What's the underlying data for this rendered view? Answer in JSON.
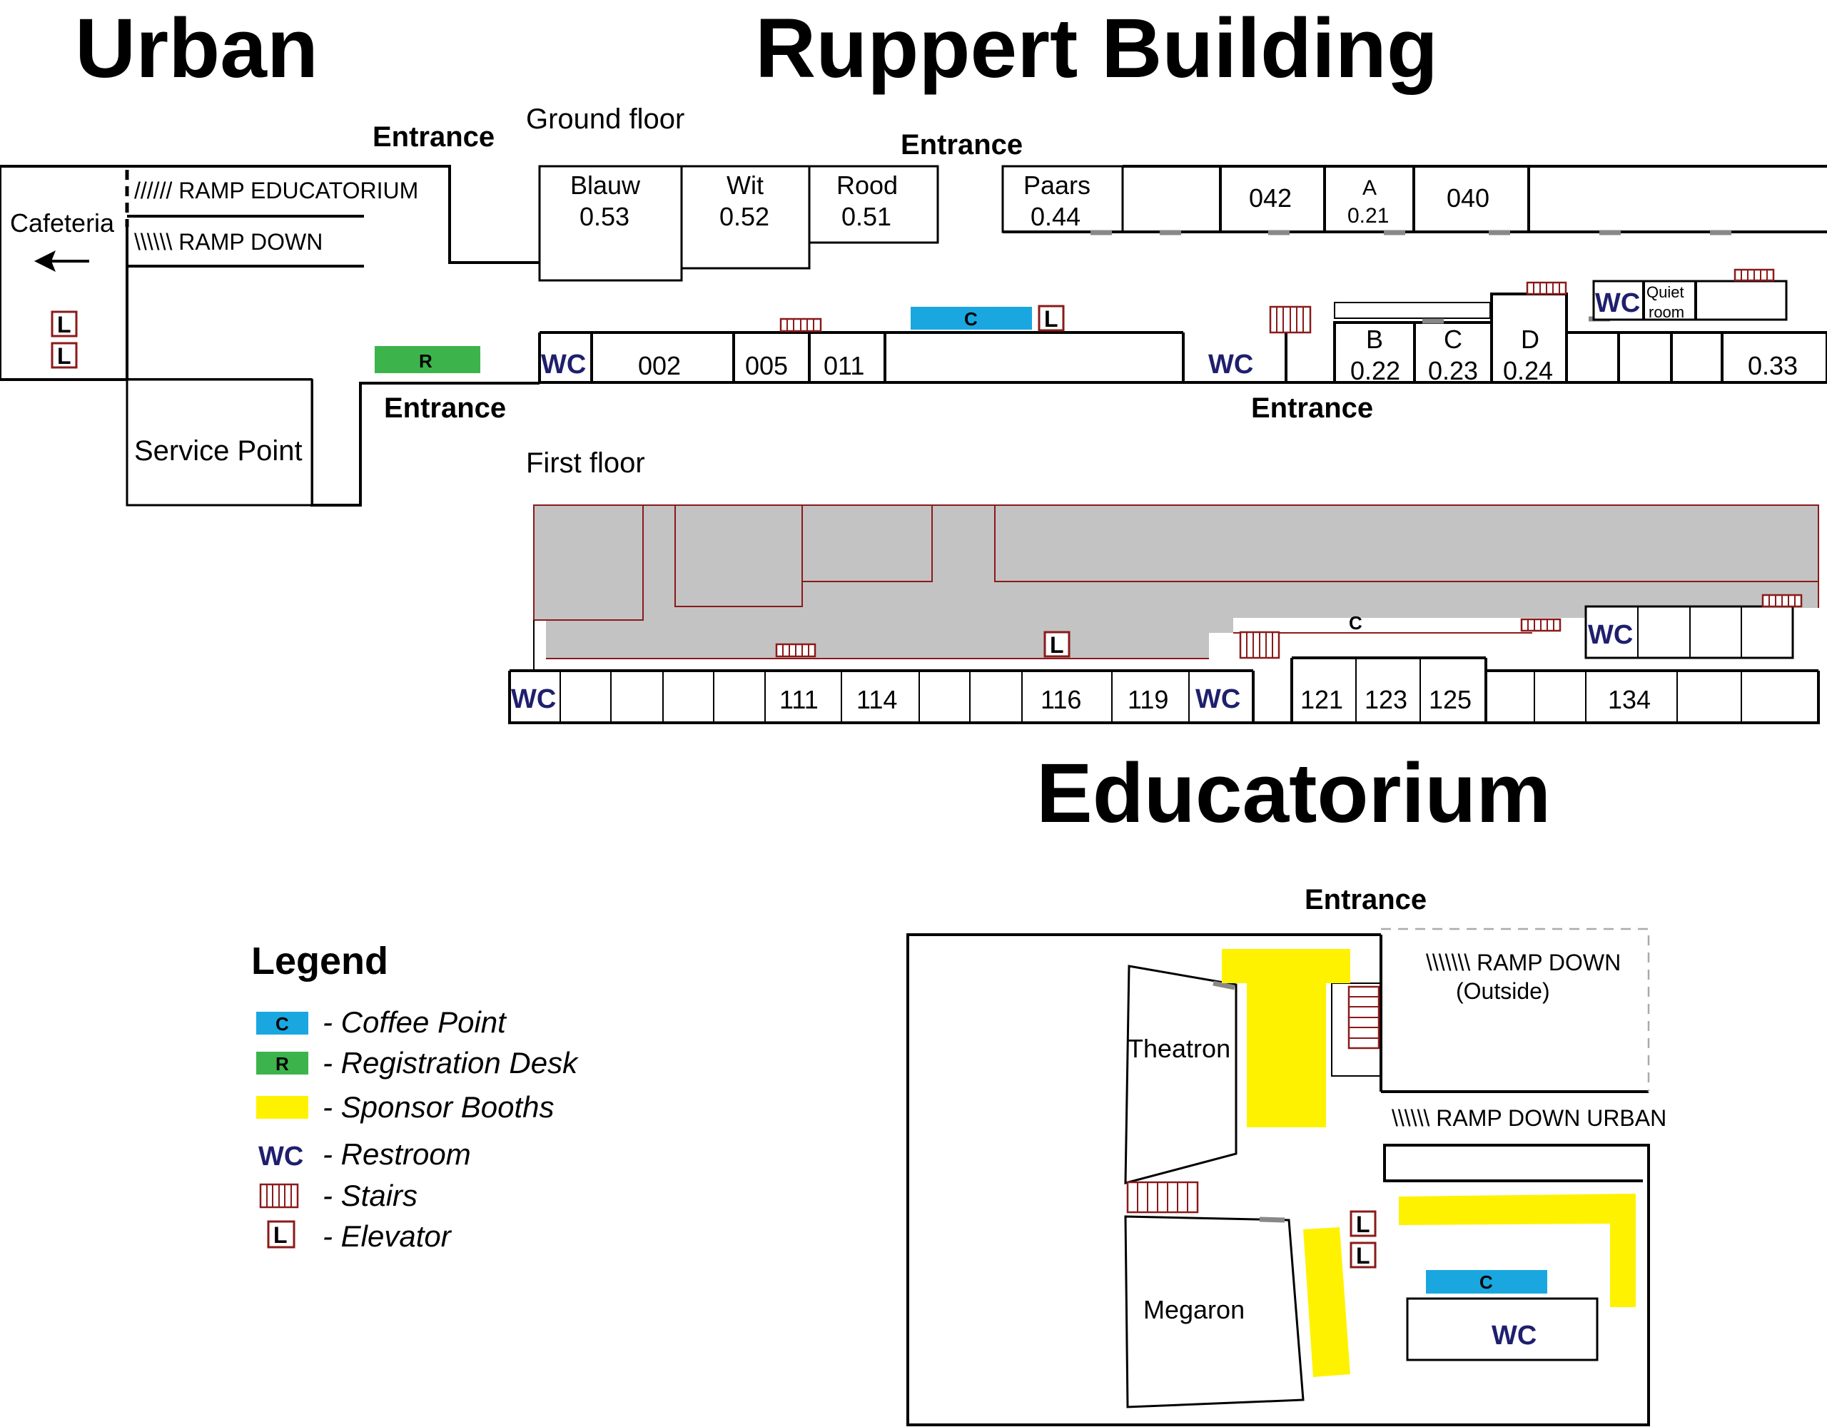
{
  "titles": {
    "urban": "Urban",
    "ruppert": "Ruppert Building",
    "educatorium": "Educatorium"
  },
  "entrance_label": "Entrance",
  "floors": {
    "ground": "Ground floor",
    "first": "First floor"
  },
  "symbols": {
    "coffee": "C",
    "registration": "R",
    "restroom": "WC",
    "elevator": "L"
  },
  "urban": {
    "cafeteria": "Cafeteria",
    "ramp_educatorium": "////// RAMP EDUCATORIUM",
    "ramp_down": "\\\\\\\\\\\\  RAMP DOWN",
    "service_point": "Service Point"
  },
  "ground_floor": {
    "rooms_top": [
      {
        "name": "Blauw",
        "number": "0.53"
      },
      {
        "name": "Wit",
        "number": "0.52"
      },
      {
        "name": "Rood",
        "number": "0.51"
      },
      {
        "name": "Paars",
        "number": "0.44"
      }
    ],
    "room_042": "042",
    "room_a_name": "A",
    "room_a_number": "0.21",
    "room_040": "040",
    "quiet_room_1": "Quiet",
    "quiet_room_2": "room",
    "rooms_bottom": [
      "002",
      "005",
      "011"
    ],
    "rooms_lettered": [
      {
        "name": "B",
        "number": "0.22"
      },
      {
        "name": "C",
        "number": "0.23"
      },
      {
        "name": "D",
        "number": "0.24"
      }
    ],
    "room_033": "0.33"
  },
  "first_floor": {
    "rooms": [
      "111",
      "114",
      "116",
      "119",
      "121",
      "123",
      "125",
      "134"
    ]
  },
  "educatorium": {
    "theatron": "Theatron",
    "megaron": "Megaron",
    "ramp_down_outside_1": "\\\\\\\\\\\\\\ RAMP DOWN",
    "ramp_down_outside_2": "(Outside)",
    "ramp_down_urban": "\\\\\\\\\\\\  RAMP DOWN URBAN"
  },
  "legend": {
    "title": "Legend",
    "items": [
      {
        "symbol": "C",
        "label": "- Coffee Point",
        "color": "#1aa7e0"
      },
      {
        "symbol": "R",
        "label": "- Registration Desk",
        "color": "#3cb44b"
      },
      {
        "symbol": "",
        "label": "- Sponsor Booths",
        "color": "#fff200"
      },
      {
        "symbol": "WC",
        "label": "- Restroom",
        "color": "#1f1f6e"
      },
      {
        "symbol": "",
        "label": "- Stairs",
        "color": "#8b1a1a"
      },
      {
        "symbol": "L",
        "label": "- Elevator",
        "color": "#8b1a1a"
      }
    ]
  },
  "colors": {
    "coffee": "#1aa7e0",
    "registration": "#3cb44b",
    "sponsor": "#fff200",
    "restroom_text": "#1f1f6e",
    "stairs": "#8b1a1a",
    "first_floor_void": "#c3c3c3"
  }
}
